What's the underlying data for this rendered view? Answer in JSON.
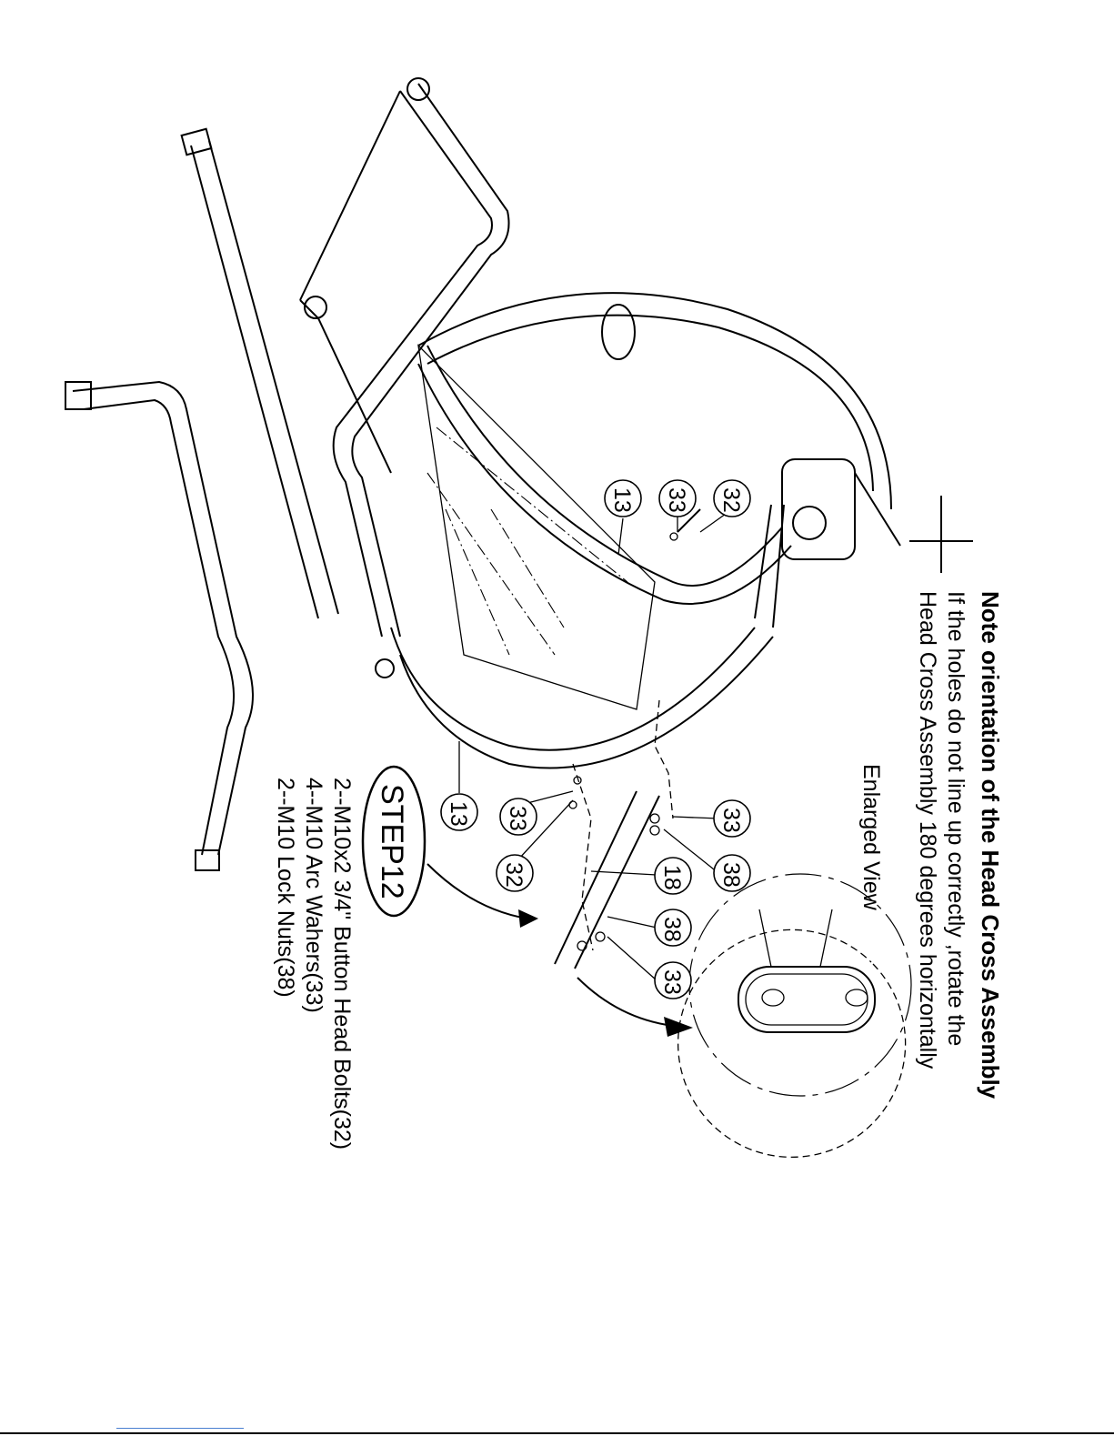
{
  "note": {
    "title": "Note orientation of the Head Cross Assembly",
    "line1": "If the holes do not line up correctly ,rotate the",
    "line2": "Head  Cross Assembly 180  degrees horizontally"
  },
  "enlarged_view_label": "Enlarged View",
  "step": {
    "label": "STEP12",
    "parts": [
      "2--M10x2 3/4\"  Button Head Bolts(32)",
      "4--M10 Arc Wahers(33)",
      "2--M10 Lock Nuts(38)"
    ]
  },
  "callouts": {
    "c13_upper": "13",
    "c33_upper": "33",
    "c32_upper": "32",
    "c13_lower": "13",
    "c33_lower": "33",
    "c32_lower": "32",
    "c33_right_top": "33",
    "c38_right_top": "38",
    "c18": "18",
    "c38_right_bottom": "38",
    "c33_right_bottom": "33"
  }
}
